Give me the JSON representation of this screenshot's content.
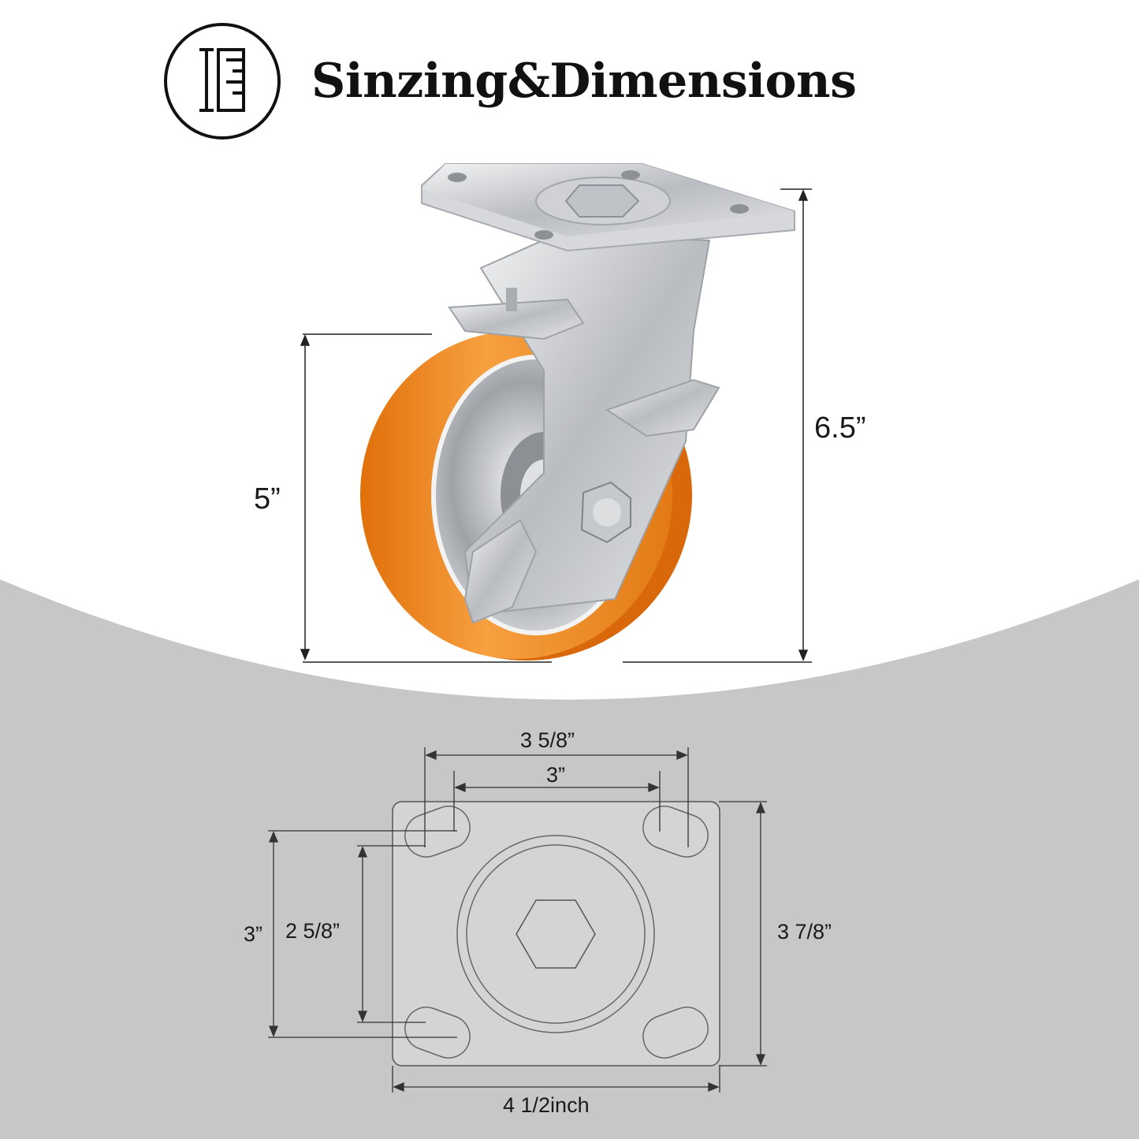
{
  "header": {
    "title": "Sinzing&Dimensions",
    "icon": "ruler-icon"
  },
  "colors": {
    "wheel_orange": "#f08a1c",
    "metal": "#c9ccd0",
    "background_gray": "#c7c7c7",
    "line": "#222222"
  },
  "side_view": {
    "wheel_diameter_label": "5”",
    "overall_height_label": "6.5”"
  },
  "top_plate": {
    "hole_spacing_outer_label": "3  5/8”",
    "hole_spacing_inner_label": "3”",
    "hole_vertical_outer_label": "3”",
    "hole_vertical_inner_label": "2  5/8”",
    "plate_height_label": "3  7/8”",
    "plate_width_label": "4  1/2inch"
  }
}
